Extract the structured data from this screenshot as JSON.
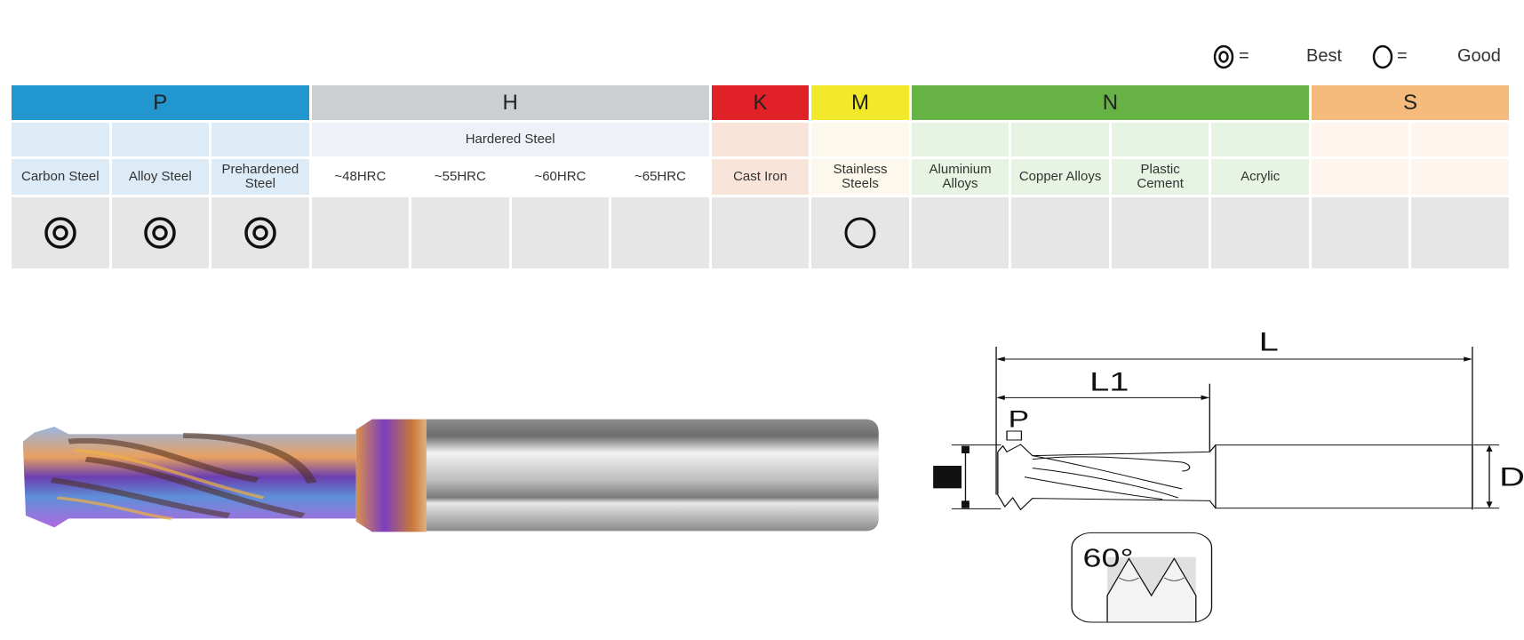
{
  "legend": {
    "best_label": "Best",
    "good_label": "Good",
    "equals": "=",
    "best_icon": "double-circle-icon",
    "good_icon": "circle-icon"
  },
  "groups": [
    {
      "code": "P",
      "color": "#2196cf",
      "tint": "#dcebf6"
    },
    {
      "code": "H",
      "color": "#cccfd2",
      "tint": "#eff1f8",
      "subtitle": "Hardered Steel"
    },
    {
      "code": "K",
      "color": "#e02127",
      "tint": "#f9e4da"
    },
    {
      "code": "M",
      "color": "#f3e92b",
      "tint": "#fdf8ec"
    },
    {
      "code": "N",
      "color": "#66b245",
      "tint": "#e7f3e3"
    },
    {
      "code": "S",
      "color": "#f5bb7c",
      "tint": "#fdf5ee"
    }
  ],
  "materials": [
    {
      "name": "Carbon Steel",
      "rating": "best"
    },
    {
      "name": "Alloy Steel",
      "rating": "best"
    },
    {
      "name": "Prehardened Steel",
      "rating": "best"
    },
    {
      "name": "~48HRC",
      "rating": ""
    },
    {
      "name": "~55HRC",
      "rating": ""
    },
    {
      "name": "~60HRC",
      "rating": ""
    },
    {
      "name": "~65HRC",
      "rating": ""
    },
    {
      "name": "Cast Iron",
      "rating": ""
    },
    {
      "name": "Stainless Steels",
      "rating": "good"
    },
    {
      "name": "Aluminium Alloys",
      "rating": ""
    },
    {
      "name": "Copper Alloys",
      "rating": ""
    },
    {
      "name": "Plastic Cement",
      "rating": ""
    },
    {
      "name": "Acrylic",
      "rating": ""
    },
    {
      "name": "",
      "rating": ""
    },
    {
      "name": "",
      "rating": ""
    }
  ],
  "drawing": {
    "L": "L",
    "L1": "L1",
    "P": "P",
    "D": "D",
    "angle": "60°"
  }
}
